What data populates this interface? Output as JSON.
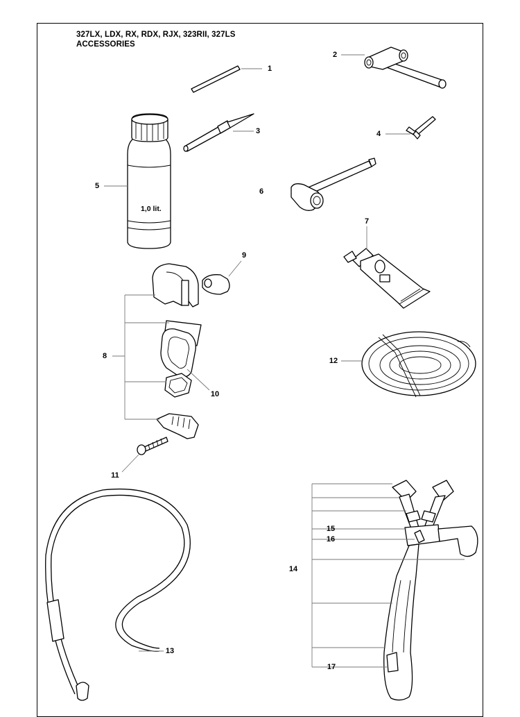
{
  "header": {
    "line1": "327LX, LDX, RX, RDX, RJX, 323RII, 327LS",
    "line2": "ACCESSORIES"
  },
  "bottle": {
    "volume_label": "1,0 lit."
  },
  "parts": [
    {
      "no": "1"
    },
    {
      "no": "2"
    },
    {
      "no": "3"
    },
    {
      "no": "4"
    },
    {
      "no": "5"
    },
    {
      "no": "6"
    },
    {
      "no": "7"
    },
    {
      "no": "8"
    },
    {
      "no": "9"
    },
    {
      "no": "10"
    },
    {
      "no": "11"
    },
    {
      "no": "12"
    },
    {
      "no": "13"
    },
    {
      "no": "14"
    },
    {
      "no": "15"
    },
    {
      "no": "16"
    },
    {
      "no": "17"
    }
  ]
}
